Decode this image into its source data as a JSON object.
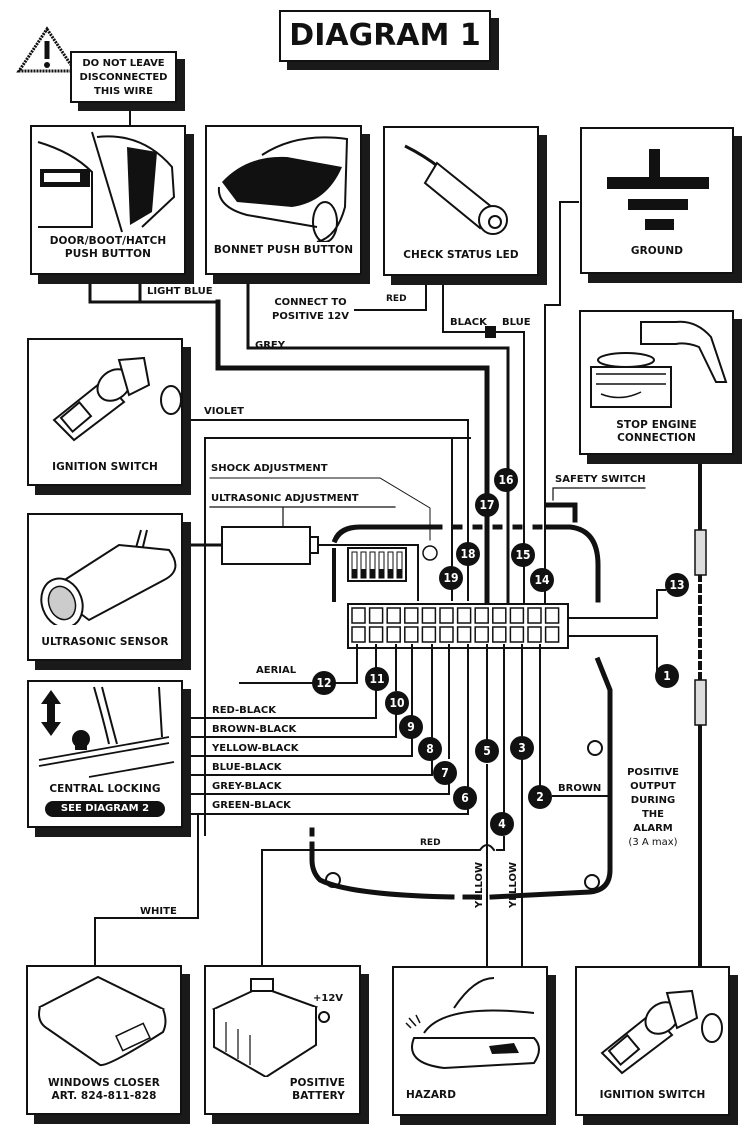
{
  "title": "DIAGRAM 1",
  "warning": {
    "icon": "warning-triangle-icon",
    "text_lines": [
      "DO NOT LEAVE",
      "DISCONNECTED",
      "THIS WIRE"
    ]
  },
  "components": {
    "door_push": {
      "lines": [
        "DOOR/BOOT/HATCH",
        "PUSH BUTTON"
      ],
      "icon": "car-door-icon"
    },
    "bonnet_push": {
      "lines": [
        "BONNET PUSH BUTTON"
      ],
      "icon": "car-bonnet-icon"
    },
    "status_led": {
      "lines": [
        "CHECK STATUS LED"
      ],
      "icon": "led-icon"
    },
    "ground": {
      "lines": [
        "GROUND"
      ],
      "icon": "ground-symbol-icon"
    },
    "stop_engine": {
      "lines": [
        "STOP ENGINE",
        "CONNECTION"
      ],
      "icon": "engine-icon"
    },
    "ignition_top": {
      "lines": [
        "IGNITION SWITCH"
      ],
      "icon": "ignition-key-icon"
    },
    "ultrasonic_sensor": {
      "lines": [
        "ULTRASONIC SENSOR"
      ],
      "icon": "ultrasonic-sensor-icon"
    },
    "central_locking": {
      "lines": [
        "CENTRAL LOCKING"
      ],
      "button": "SEE DIAGRAM 2",
      "icon": "door-lock-icon"
    },
    "windows_closer": {
      "lines": [
        "WINDOWS CLOSER",
        "ART. 824-811-828"
      ],
      "icon": "module-box-icon"
    },
    "battery": {
      "lines": [
        "POSITIVE",
        "BATTERY"
      ],
      "terminal": "+12V",
      "icon": "battery-icon"
    },
    "hazard": {
      "lines": [
        "HAZARD"
      ],
      "icon": "hazard-car-icon"
    },
    "ignition_bottom": {
      "lines": [
        "IGNITION SWITCH"
      ],
      "icon": "ignition-key-icon"
    }
  },
  "wire_labels": {
    "light_blue": "LIGHT BLUE",
    "connect_positive": [
      "CONNECT TO",
      "POSITIVE 12V"
    ],
    "red_top": "RED",
    "grey": "GREY",
    "black": "BLACK",
    "blue": "BLUE",
    "violet": "VIOLET",
    "shock_adjustment": "SHOCK ADJUSTMENT",
    "ultrasonic_adjustment": "ULTRASONIC ADJUSTMENT",
    "safety_switch": "SAFETY SWITCH",
    "aerial": "AERIAL",
    "red_black": "RED-BLACK",
    "brown_black": "BROWN-BLACK",
    "yellow_black": "YELLOW-BLACK",
    "blue_black": "BLUE-BLACK",
    "grey_black": "GREY-BLACK",
    "green_black": "GREEN-BLACK",
    "brown": "BROWN",
    "red_bottom": "RED",
    "yellow_1": "YELLOW",
    "yellow_2": "YELLOW",
    "white": "WHITE"
  },
  "positive_output_note": [
    "POSITIVE",
    "OUTPUT",
    "DURING",
    "THE",
    "ALARM",
    "(3 A max)"
  ],
  "pins": [
    "1",
    "2",
    "3",
    "4",
    "5",
    "6",
    "7",
    "8",
    "9",
    "10",
    "11",
    "12",
    "13",
    "14",
    "15",
    "16",
    "17",
    "18",
    "19"
  ]
}
